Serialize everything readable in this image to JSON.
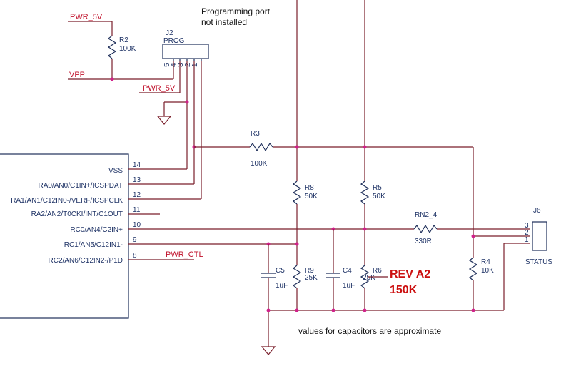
{
  "notes": {
    "prog_port_line1": "Programming port",
    "prog_port_line2": "not installed",
    "cap_note": "values for capacitors are approximate",
    "rev_line1": "REV A2",
    "rev_line2": "150K"
  },
  "nets": {
    "pwr5v_top": "PWR_5V",
    "pwr5v_mid": "PWR_5V",
    "vpp": "VPP",
    "pwr_ctl": "PWR_CTL"
  },
  "components": {
    "r2": {
      "ref": "R2",
      "value": "100K"
    },
    "j2": {
      "ref": "J2",
      "value": "PROG",
      "pins": [
        "5",
        "4",
        "3",
        "2",
        "1"
      ]
    },
    "r3": {
      "ref": "R3",
      "value": "100K"
    },
    "r8": {
      "ref": "R8",
      "value": "50K"
    },
    "r5": {
      "ref": "R5",
      "value": "50K"
    },
    "r9": {
      "ref": "R9",
      "value": "25K"
    },
    "r6": {
      "ref": "R6",
      "value": "25K"
    },
    "c5": {
      "ref": "C5",
      "value": "1uF"
    },
    "c4": {
      "ref": "C4",
      "value": "1uF"
    },
    "rn2": {
      "ref": "RN2_4",
      "value": "330R"
    },
    "r4": {
      "ref": "R4",
      "value": "10K"
    },
    "j6": {
      "ref": "J6",
      "value": "STATUS",
      "pins": [
        "3",
        "2",
        "1"
      ]
    }
  },
  "mcu": {
    "pins": [
      {
        "name": "VSS",
        "num": "14"
      },
      {
        "name": "RA0/AN0/C1IN+/ICSPDAT",
        "num": "13"
      },
      {
        "name": "RA1/AN1/C12IN0-/VERF/ICSPCLK",
        "num": "12"
      },
      {
        "name": "RA2/AN2/T0CKI/INT/C1OUT",
        "num": "11"
      },
      {
        "name": "RC0/AN4/C2IN+",
        "num": "10"
      },
      {
        "name": "RC1/AN5/C12IN1-",
        "num": "9"
      },
      {
        "name": "RC2/AN6/C12IN2-/P1D",
        "num": "8"
      }
    ]
  }
}
